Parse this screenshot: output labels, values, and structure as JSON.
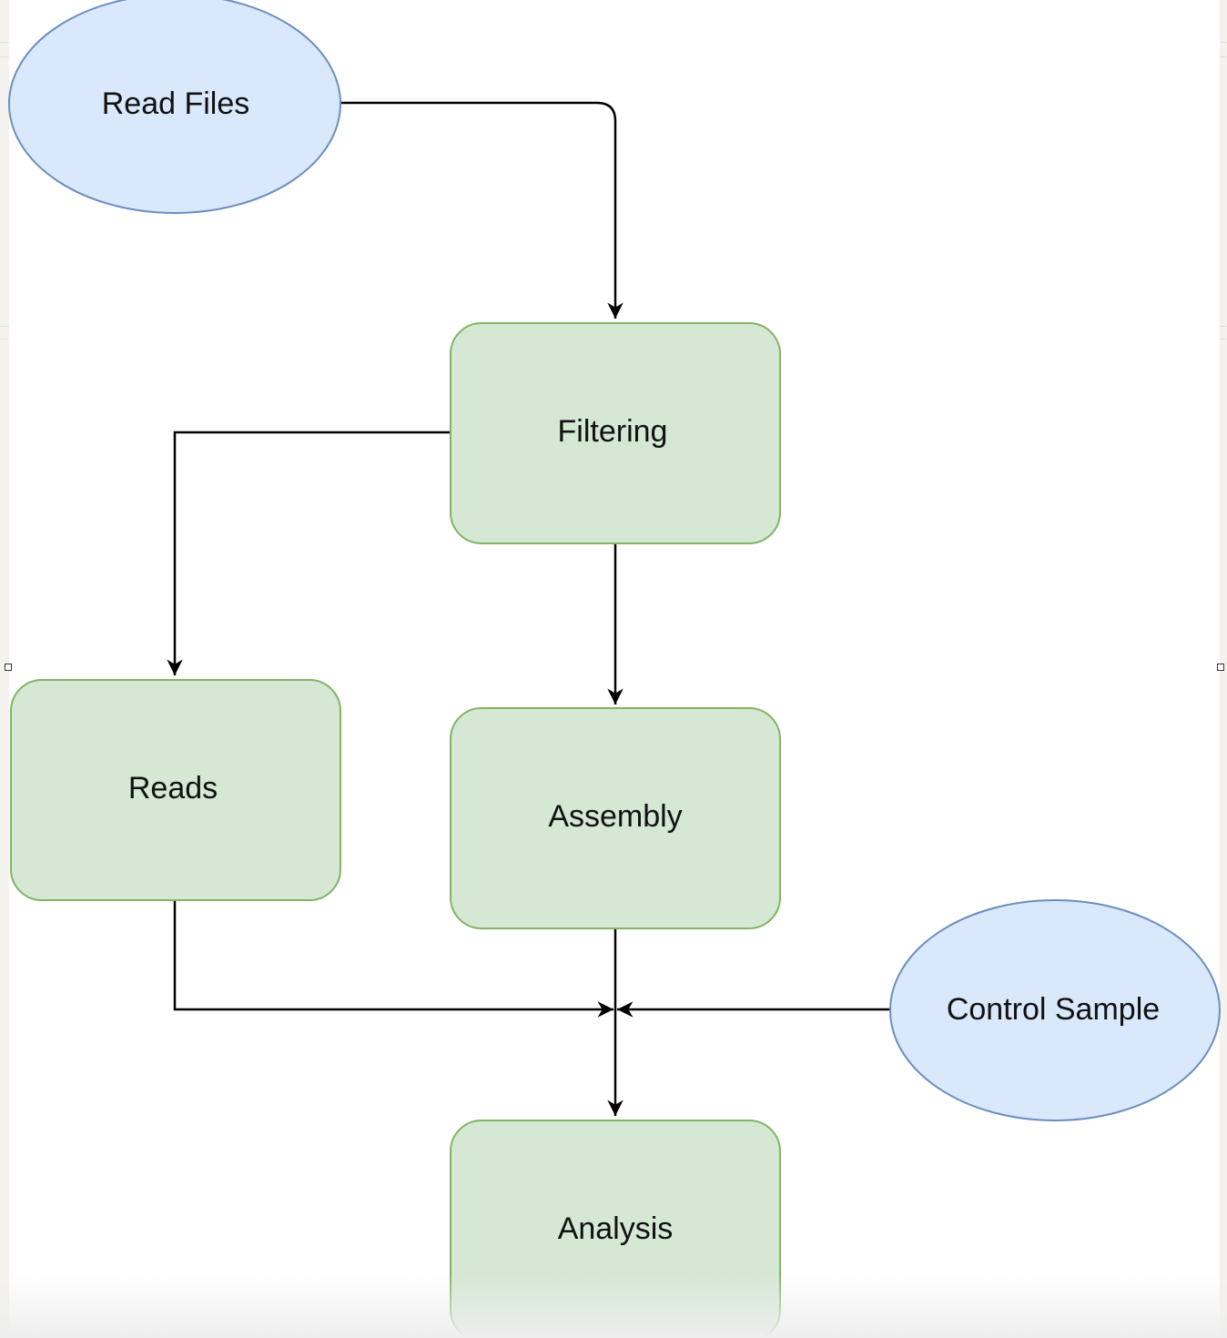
{
  "diagram": {
    "nodes": [
      {
        "id": "read-files",
        "label": "Read Files",
        "shape": "ellipse",
        "fill": "#dae8fc",
        "stroke": "#6c8ebf"
      },
      {
        "id": "filtering",
        "label": "Filtering",
        "shape": "rounded-rect",
        "fill": "#d5e8d4",
        "stroke": "#82b366"
      },
      {
        "id": "reads",
        "label": "Reads",
        "shape": "rounded-rect",
        "fill": "#d5e8d4",
        "stroke": "#82b366"
      },
      {
        "id": "assembly",
        "label": "Assembly",
        "shape": "rounded-rect",
        "fill": "#d5e8d4",
        "stroke": "#82b366"
      },
      {
        "id": "control-sample",
        "label": "Control Sample",
        "shape": "ellipse",
        "fill": "#dae8fc",
        "stroke": "#6c8ebf"
      },
      {
        "id": "analysis",
        "label": "Analysis",
        "shape": "rounded-rect",
        "fill": "#d5e8d4",
        "stroke": "#82b366"
      }
    ],
    "edges": [
      {
        "from": "read-files",
        "to": "filtering"
      },
      {
        "from": "filtering",
        "to": "reads"
      },
      {
        "from": "filtering",
        "to": "assembly"
      },
      {
        "from": "reads",
        "to": "analysis"
      },
      {
        "from": "assembly",
        "to": "analysis"
      },
      {
        "from": "control-sample",
        "to": "analysis"
      }
    ]
  }
}
